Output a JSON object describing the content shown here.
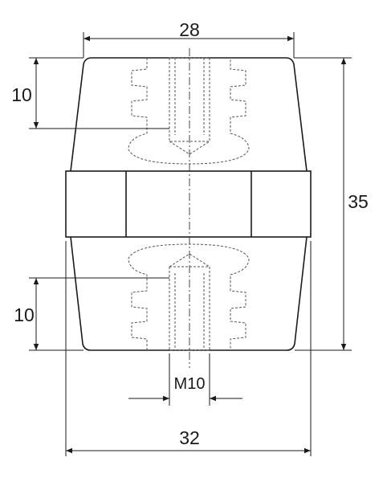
{
  "drawing": {
    "dimensions": {
      "top_width": "28",
      "bottom_width": "32",
      "height": "35",
      "top_thread_depth": "10",
      "bottom_thread_depth": "10",
      "thread_size": "M10"
    }
  }
}
